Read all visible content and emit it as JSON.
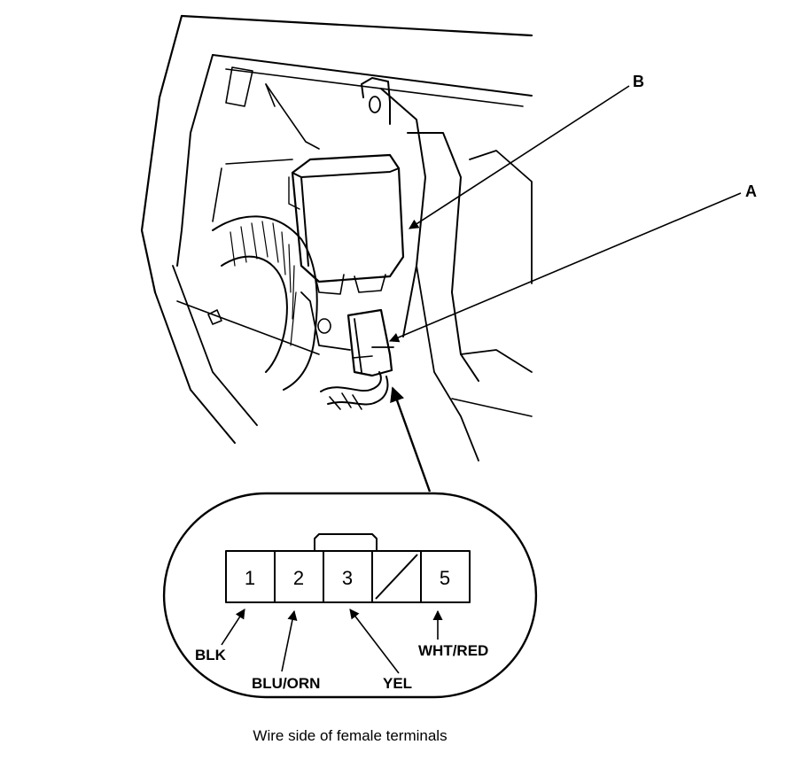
{
  "callouts": {
    "a": "A",
    "b": "B"
  },
  "connector": {
    "pins": [
      {
        "number": "1",
        "wire": "BLK"
      },
      {
        "number": "2",
        "wire": "BLU/ORN"
      },
      {
        "number": "3",
        "wire": "YEL"
      },
      {
        "number": "",
        "wire": ""
      },
      {
        "number": "5",
        "wire": "WHT/RED"
      }
    ]
  },
  "caption": "Wire side of female terminals"
}
